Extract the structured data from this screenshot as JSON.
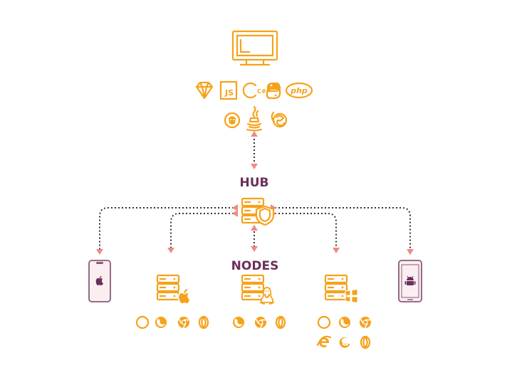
{
  "labels": {
    "hub": "HUB",
    "nodes": "NODES",
    "js_badge": "JS",
    "php_badge": "php",
    "c_sharp_badge": "C#"
  },
  "colors": {
    "accent": "#f5a21b",
    "label": "#6b2f5a",
    "arrow": "#f08a80",
    "connector": "#333333",
    "device_outline": "#8a5a7a",
    "device_screen": "#fbeef1"
  },
  "icons": {
    "client": "monitor-icon",
    "languages_row1": [
      "ruby-icon",
      "javascript-icon",
      "csharp-icon",
      "python-icon",
      "php-icon"
    ],
    "languages_row2": [
      "perl-icon",
      "java-icon",
      "groovy-icon"
    ],
    "hub": "server-shield-icon",
    "nodes": [
      {
        "os": "apple-icon",
        "browsers": [
          "safari-icon",
          "firefox-icon",
          "chrome-icon",
          "opera-icon"
        ]
      },
      {
        "os": "linux-icon",
        "browsers": [
          "firefox-icon",
          "chrome-icon",
          "opera-icon"
        ]
      },
      {
        "os": "windows-icon",
        "browsers": [
          "safari-icon",
          "firefox-icon",
          "chrome-icon",
          "ie-icon",
          "edge-icon",
          "opera-icon"
        ]
      }
    ],
    "devices": [
      "iphone-icon",
      "android-phone-icon"
    ]
  }
}
